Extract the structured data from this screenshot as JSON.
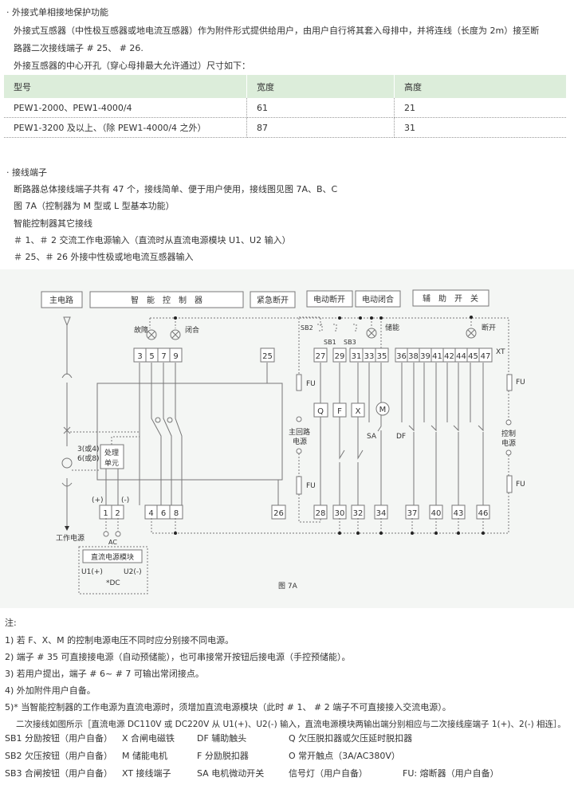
{
  "section1": {
    "title": "· 外接式单相接地保护功能",
    "para1": "外接式互感器（中性极互感器或地电流互感器）作为附件形式提供给用户，由用户自行将其套入母排中，并将连线（长度为 2m）接至断",
    "para2": "路器二次接线端子 # 25、 # 26.",
    "para3": "外接互感器的中心开孔（穿心母排最大允许通过）尺寸如下：",
    "table": {
      "headers": [
        "型号",
        "宽度",
        "高度"
      ],
      "rows": [
        [
          "PEW1-2000、PEW1-4000/4",
          "61",
          "21"
        ],
        [
          "PEW1-3200 及以上、（除 PEW1-4000/4 之外）",
          "87",
          "31"
        ]
      ]
    }
  },
  "section2": {
    "title": "· 接线端子",
    "lines": [
      "断路器总体接线端子共有 47 个，接线简单、便于用户使用，接线图见图 7A、B、C",
      "图 7A（控制器为 M 型或 L 型基本功能）",
      "智能控制器其它接线",
      "＃ 1、＃ 2 交流工作电源输入（直流时从直流电源模块 U1、U2 输入）",
      "＃ 25、＃ 26 外接中性极或地电流互感器输入"
    ]
  },
  "diagram": {
    "headers": [
      "主电路",
      "智　能　控　制　器",
      "紧急断开",
      "电动断开",
      "电动闭合",
      "辅　助　开　关"
    ],
    "lamps": [
      "故障",
      "闭合",
      "储能",
      "断开"
    ],
    "top_terminals": [
      "3",
      "5",
      "7",
      "9",
      "25",
      "27",
      "29",
      "31",
      "33",
      "35",
      "36",
      "38",
      "39",
      "41",
      "42",
      "44",
      "45",
      "47"
    ],
    "xt": "XT",
    "bottom_terminals": [
      "1",
      "2",
      "4",
      "6",
      "8",
      "26",
      "28",
      "30",
      "32",
      "34",
      "37",
      "40",
      "43",
      "46"
    ],
    "components": [
      "Q",
      "F",
      "X",
      "M"
    ],
    "buttons": [
      "SB2",
      "SB1",
      "SB3"
    ],
    "fu": "FU",
    "sa": "SA",
    "df": "DF",
    "main_power": [
      "主回路",
      "电源"
    ],
    "control_power": [
      "控制",
      "电源"
    ],
    "proc_unit": [
      "处理",
      "单元"
    ],
    "ct": [
      "3(或4)",
      "6(或8)"
    ],
    "plus": "(+)",
    "minus": "(-)",
    "work_power": "工作电源",
    "ac": "AC",
    "dc_module": "直流电源模块",
    "u1": "U1(+)",
    "u2": "U2(-)",
    "dc": "*DC",
    "caption": "图 7A"
  },
  "notes": {
    "title": "注:",
    "items": [
      "1) 若 F、X、M 的控制电源电压不同时应分别接不同电源。",
      "2) 端子 # 35 可直接接电源（自动预储能），也可串接常开按钮后接电源（手控预储能）。",
      "3) 若用户提出，端子 # 6~ # 7 可输出常闭接点。",
      "4) 外加附件用户自备。",
      "5)* 当智能控制器的工作电源为直流电源时，须增加直流电源模块（此时 # 1、 # 2 端子不可直接接入交流电源）。",
      "二次接线如图所示［直流电源 DC110V 或 DC220V 从 U1(+)、U2(-) 输入，直流电源模块两输出端分别相应与二次接线座端子 1(+)、2(-) 相连］。"
    ],
    "legend": [
      [
        "SB1 分励按钮（用户自备）",
        "X 合闸电磁铁",
        "DF 辅助触头",
        "Q 欠压脱扣器或欠压延时脱扣器",
        ""
      ],
      [
        "SB2 欠压按钮（用户自备）",
        "M 储能电机",
        "F 分励脱扣器",
        "O 常开触点（3A/AC380V）",
        ""
      ],
      [
        "SB3 合闸按钮（用户自备）",
        "XT 接线端子",
        "SA 电机微动开关",
        "信号灯（用户自备）",
        "FU: 熔断器（用户自备）"
      ]
    ]
  }
}
